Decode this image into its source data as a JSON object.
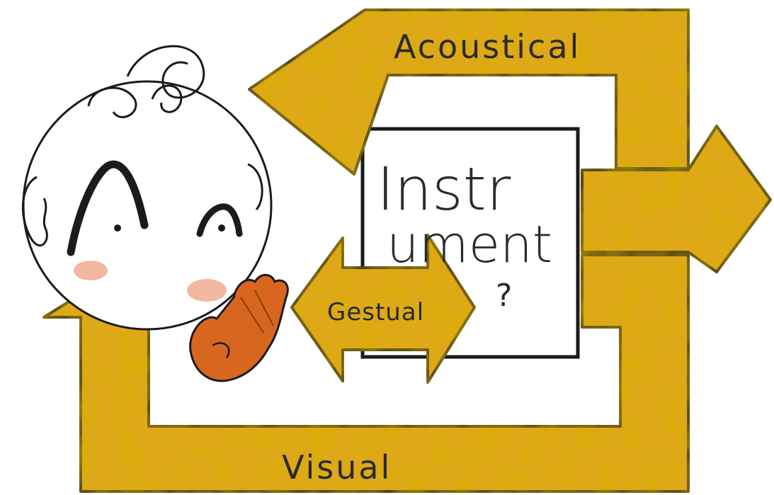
{
  "diagram": {
    "labels": {
      "acoustical": "Acoustical",
      "visual": "Visual",
      "gestual": "Gestual",
      "instrument_line1": "Instr",
      "instrument_line2": "ument",
      "instrument_mark": "?"
    },
    "colors": {
      "arrow_fill": "#E1A61C",
      "arrow_dark": "#C78A10",
      "outline": "#1b1b1b",
      "hand": "#D9661E",
      "hand_dark": "#B04A10",
      "cheek": "#F2B8A0",
      "paper": "#FFFFFF"
    },
    "icons": {
      "performer": "performer-head-icon",
      "hand": "raised-hand-icon"
    }
  }
}
